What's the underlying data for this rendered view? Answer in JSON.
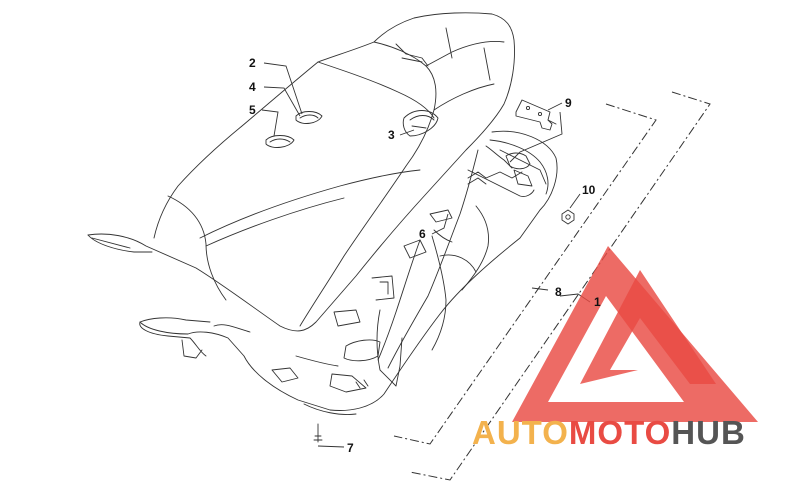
{
  "callouts": [
    "2",
    "4",
    "5",
    "3",
    "9",
    "10",
    "6",
    "8",
    "1",
    "7"
  ],
  "watermark": {
    "parts": [
      "AUTO",
      "MOTO",
      "HUB"
    ],
    "colors": {
      "auto": "#f3b24d",
      "moto": "#e94b43",
      "hub": "#555555",
      "triangle": "#e94b43"
    }
  },
  "colors": {
    "line": "#333333",
    "background": "#ffffff"
  }
}
